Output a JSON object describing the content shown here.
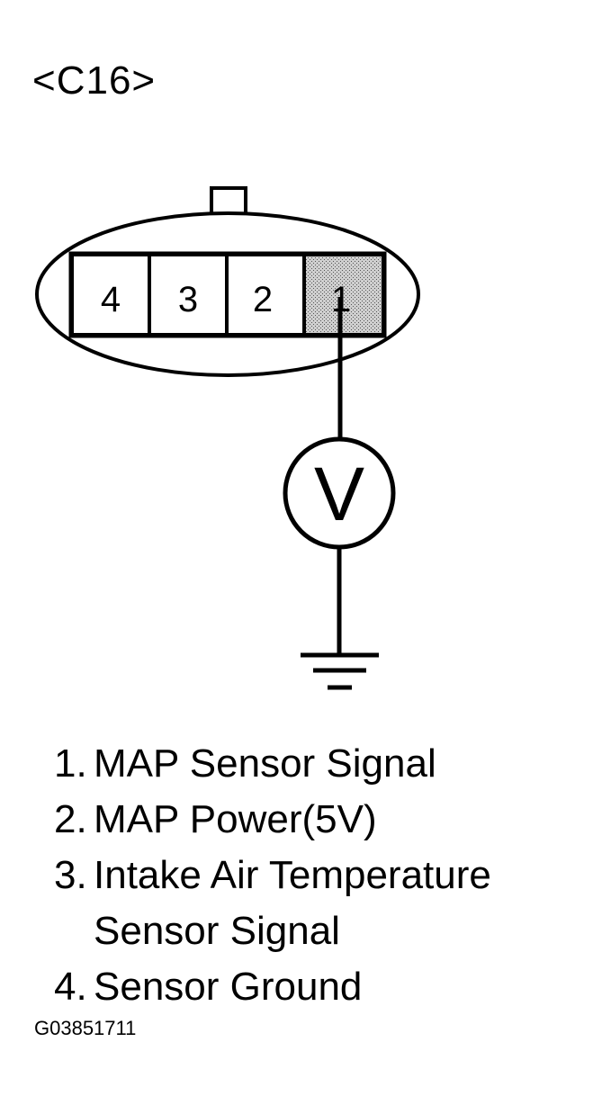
{
  "connector_id": "<C16>",
  "meter_label": "V",
  "pins": [
    {
      "label": "4",
      "highlighted": false
    },
    {
      "label": "3",
      "highlighted": false
    },
    {
      "label": "2",
      "highlighted": false
    },
    {
      "label": "1",
      "highlighted": true
    }
  ],
  "legend": [
    {
      "num": "1.",
      "text": "MAP Sensor Signal"
    },
    {
      "num": "2.",
      "text": "MAP Power(5V)"
    },
    {
      "num": "3.",
      "text": "Intake Air Temperature\nSensor Signal"
    },
    {
      "num": "4.",
      "text": "Sensor Ground"
    }
  ],
  "figure_code": "G03851711",
  "colors": {
    "line": "#000000",
    "highlight_fill": "#bdbdbd",
    "background": "#ffffff"
  }
}
